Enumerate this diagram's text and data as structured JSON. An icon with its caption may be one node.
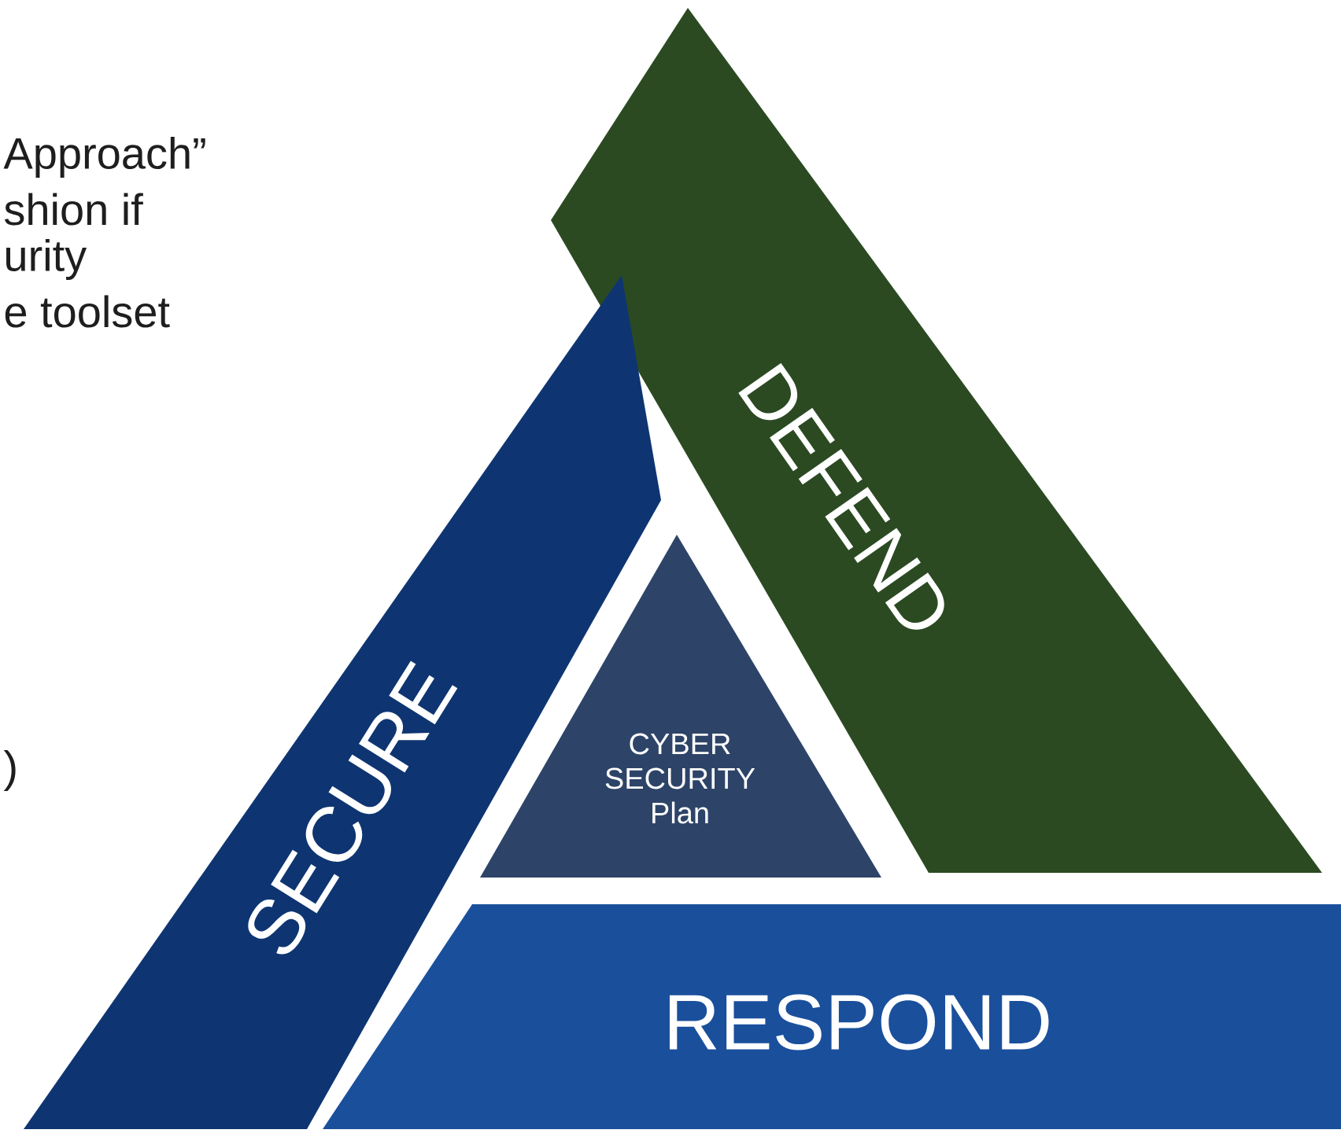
{
  "diagram": {
    "nodes": [
      {
        "text": [
          "DEFEND"
        ]
      },
      {
        "text": [
          "SECURE"
        ]
      },
      {
        "text": [
          "CYBER SECURITY Plan"
        ]
      },
      {
        "text": [
          "RESPOND"
        ]
      }
    ],
    "labels": [
      "Approach”",
      "shion if",
      "urity",
      "e toolset",
      ")"
    ]
  }
}
